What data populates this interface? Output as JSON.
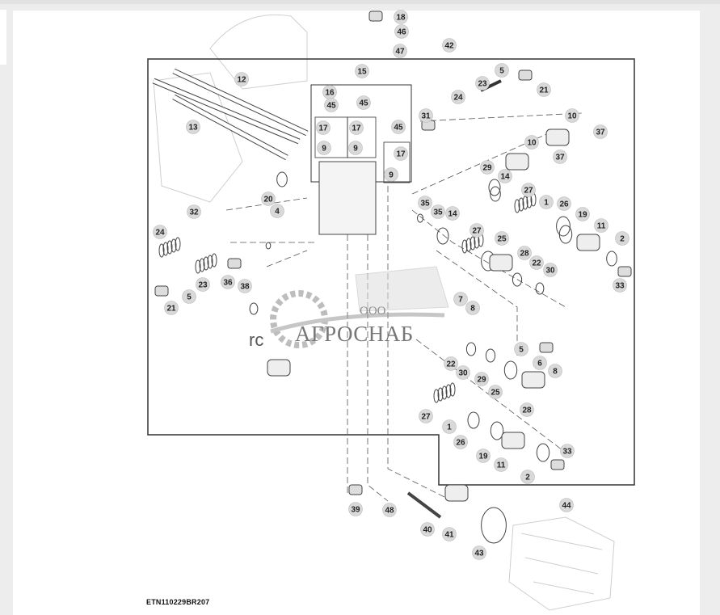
{
  "diagram": {
    "figure_code": "ETN110229BR207",
    "callouts": [
      "18",
      "46",
      "47",
      "42",
      "12",
      "15",
      "16",
      "45",
      "45",
      "17",
      "17",
      "9",
      "9",
      "45",
      "17",
      "9",
      "13",
      "5",
      "21",
      "23",
      "24",
      "31",
      "10",
      "37",
      "10",
      "37",
      "29",
      "14",
      "27",
      "1",
      "26",
      "19",
      "11",
      "2",
      "33",
      "20",
      "4",
      "35",
      "35",
      "14",
      "32",
      "24",
      "27",
      "25",
      "28",
      "22",
      "30",
      "36",
      "38",
      "23",
      "21",
      "5",
      "7",
      "8",
      "5",
      "6",
      "8",
      "22",
      "30",
      "29",
      "25",
      "28",
      "27",
      "1",
      "26",
      "19",
      "11",
      "33",
      "2",
      "39",
      "48",
      "40",
      "41",
      "43",
      "44"
    ],
    "stray_text": "rc"
  },
  "watermark": {
    "prefix": "ООО",
    "name": "АГРОСНАБ"
  },
  "colors": {
    "outline": "#333333",
    "callout_fill": "#d9d9d9",
    "part_line": "#555555",
    "watermark": "#9a9a9a"
  }
}
